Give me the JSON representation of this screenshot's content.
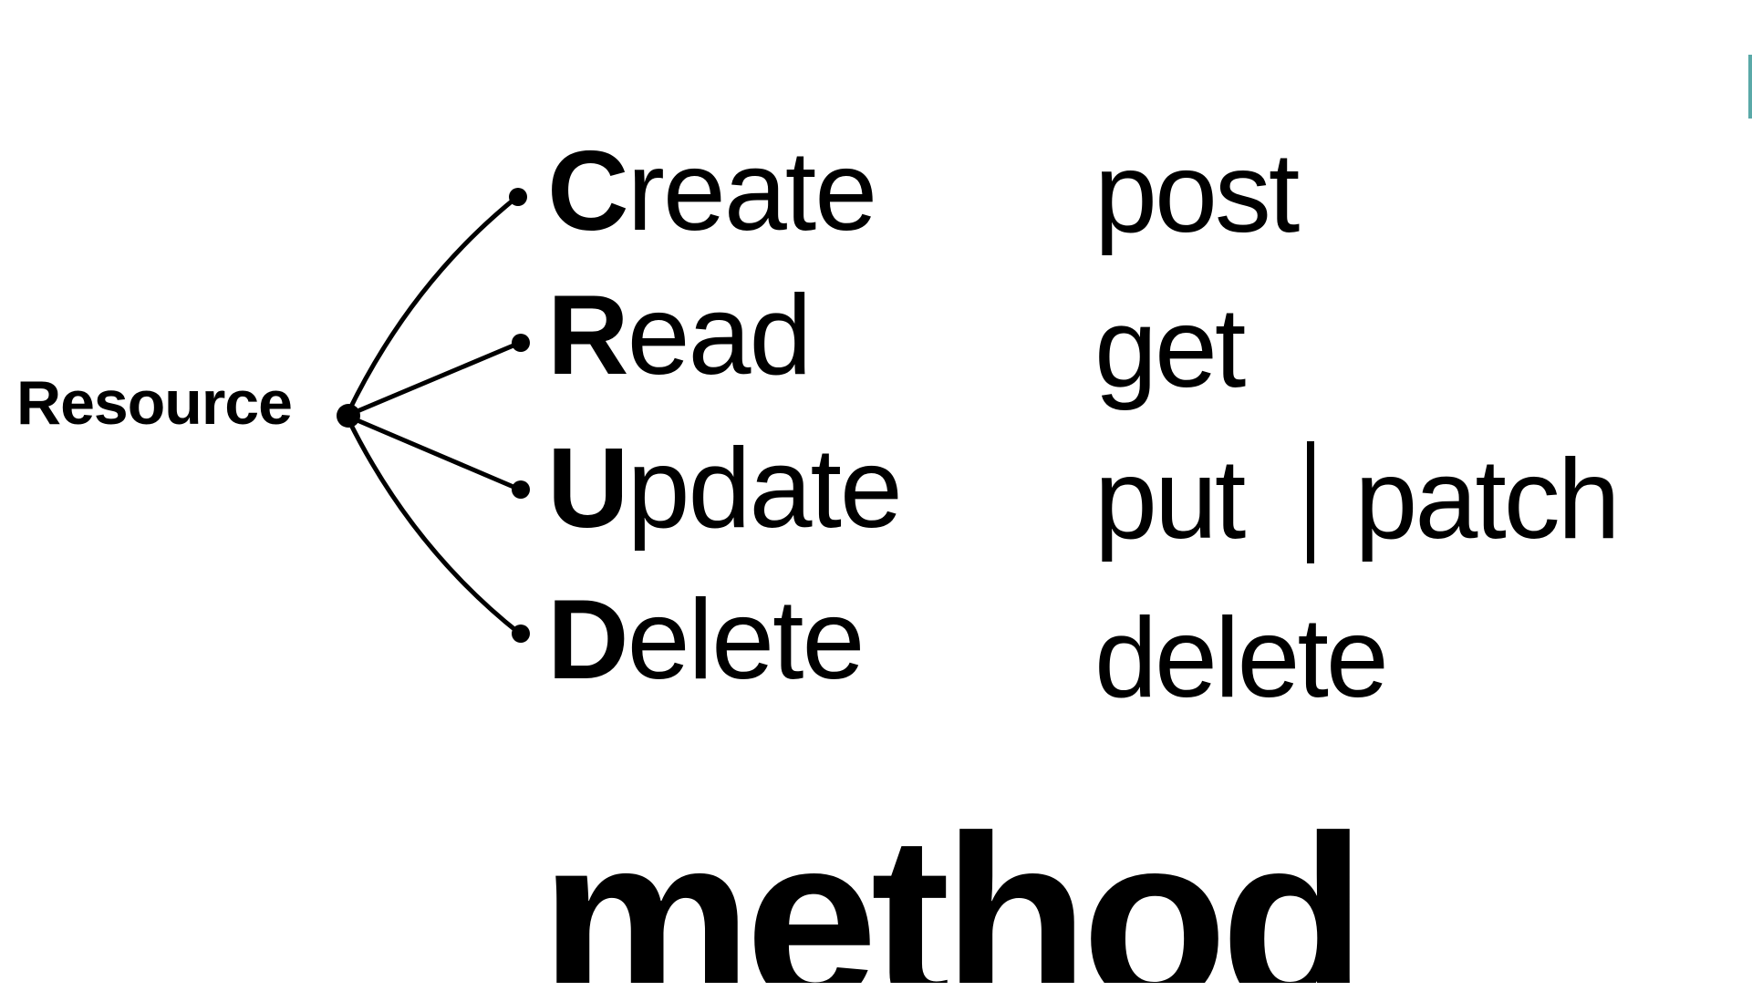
{
  "diagram": {
    "root": {
      "label": "Resource"
    },
    "operations": [
      {
        "initial": "C",
        "rest": "reate",
        "word": "Create",
        "http_method": "post"
      },
      {
        "initial": "R",
        "rest": "ead",
        "word": "Read",
        "http_method": "get"
      },
      {
        "initial": "U",
        "rest": "pdate",
        "word": "Update",
        "http_method": "put",
        "alt_method": "patch",
        "separator": "|"
      },
      {
        "initial": "D",
        "rest": "elete",
        "word": "Delete",
        "http_method": "delete"
      }
    ],
    "footer_title": "method",
    "colors": {
      "ink": "#000000",
      "background": "#ffffff",
      "edge_accent": "#5aa9a8"
    }
  }
}
